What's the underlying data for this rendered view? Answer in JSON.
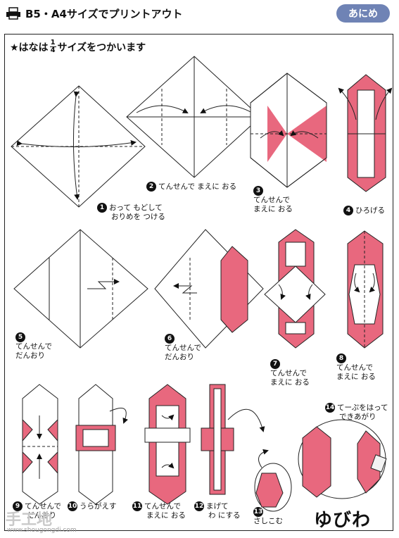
{
  "header": {
    "title": "B5・A4サイズでプリントアウト",
    "badge": "あにめ"
  },
  "subtitle": {
    "prefix": "★はなは",
    "frac_num": "1",
    "frac_den": "4",
    "suffix": "サイズをつかいます"
  },
  "steps": [
    {
      "num": "1",
      "lines": [
        "おって もどして",
        "おりめを つける"
      ]
    },
    {
      "num": "2",
      "lines": [
        "てんせんで まえに おる"
      ]
    },
    {
      "num": "3",
      "lines": [
        "てんせんで",
        "まえに おる"
      ]
    },
    {
      "num": "4",
      "lines": [
        "ひろげる"
      ]
    },
    {
      "num": "5",
      "lines": [
        "てんせんで",
        "だんおり"
      ]
    },
    {
      "num": "6",
      "lines": [
        "てんせんで",
        "だんおり"
      ]
    },
    {
      "num": "7",
      "lines": [
        "てんせんで",
        "まえに おる"
      ]
    },
    {
      "num": "8",
      "lines": [
        "てんせんで",
        "まえに おる"
      ]
    },
    {
      "num": "9",
      "lines": [
        "てんせんで",
        "だんおり"
      ]
    },
    {
      "num": "10",
      "lines": [
        "うらがえす"
      ]
    },
    {
      "num": "11",
      "lines": [
        "てんせんで",
        "まえに おる"
      ]
    },
    {
      "num": "12",
      "lines": [
        "まげて",
        "わ にする"
      ]
    },
    {
      "num": "13",
      "lines": [
        "さしこむ"
      ]
    },
    {
      "num": "14",
      "lines": [
        "てーぷをはって",
        "できあがり"
      ]
    }
  ],
  "final_title": "ゆびわ",
  "watermark": {
    "main": "手工地",
    "small": "www.shougongdi.com"
  },
  "colors": {
    "pink": "#e8687e",
    "badge": "#6f83b5",
    "line": "#222222"
  }
}
